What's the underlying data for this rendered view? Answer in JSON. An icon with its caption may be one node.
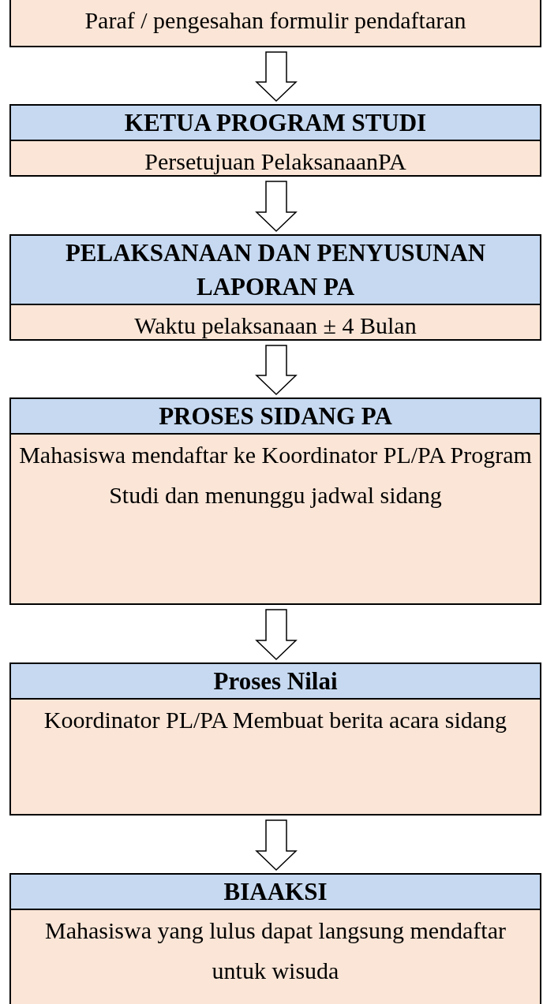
{
  "diagram": {
    "nodes": [
      {
        "text": [
          "Paraf / pengesahan formulir pendaftaran"
        ]
      },
      {
        "text": [
          "KETUA PROGRAM STUDI",
          "Persetujuan PelaksanaanPA"
        ]
      },
      {
        "text": [
          "PELAKSANAAN DAN PENYUSUNAN LAPORAN PA",
          "Waktu pelaksanaan ± 4 Bulan"
        ]
      },
      {
        "text": [
          "PROSES SIDANG PA",
          "Mahasiswa mendaftar ke Koordinator PL/PA Program Studi dan menunggu jadwal sidang"
        ]
      },
      {
        "text": [
          "Proses Nilai",
          "Koordinator  PL/PA Membuat berita acara sidang"
        ]
      },
      {
        "text": [
          "BIAAKSI",
          "Mahasiswa yang lulus dapat langsung mendaftar untuk wisuda"
        ]
      }
    ],
    "edges": [
      {
        "from": 0,
        "to": 1,
        "arrow": "to"
      },
      {
        "from": 1,
        "to": 2,
        "arrow": "to"
      },
      {
        "from": 2,
        "to": 3,
        "arrow": "to"
      },
      {
        "from": 3,
        "to": 4,
        "arrow": "to"
      },
      {
        "from": 4,
        "to": 5,
        "arrow": "to"
      }
    ]
  }
}
